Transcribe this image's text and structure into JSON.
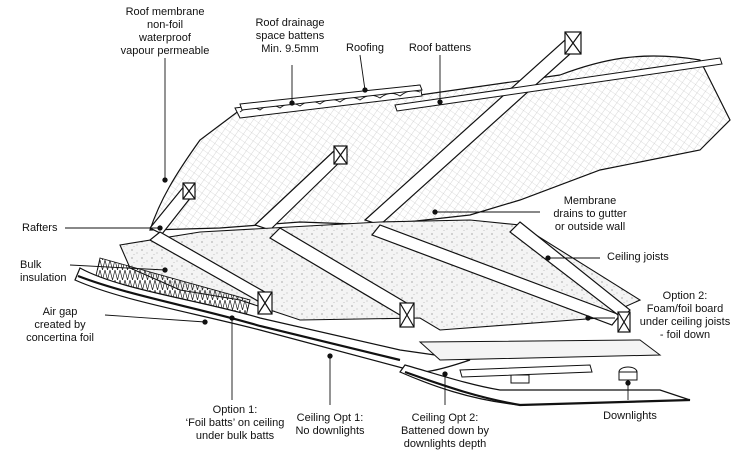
{
  "labels": {
    "roof_membrane": "Roof membrane\nnon-foil\nwaterproof\nvapour permeable",
    "roof_drainage": "Roof drainage\nspace battens\nMin. 9.5mm",
    "roofing": "Roofing",
    "roof_battens": "Roof battens",
    "rafters": "Rafters",
    "bulk_insulation": "Bulk\ninsulation",
    "air_gap": "Air gap\ncreated by\nconcertina foil",
    "membrane_drains": "Membrane\ndrains to gutter\nor outside wall",
    "ceiling_joists": "Ceiling joists",
    "option2": "Option 2:\nFoam/foil board\nunder ceiling joists\n- foil down",
    "option1": "Option 1:\n‘Foil batts’ on ceiling\nunder bulk batts",
    "ceiling_opt1": "Ceiling Opt 1:\nNo downlights",
    "ceiling_opt2": "Ceiling Opt 2:\nBattened down by\ndownlights depth",
    "downlights": "Downlights"
  },
  "colors": {
    "line": "#111111",
    "membrane_fill": "#f2f2f2",
    "insulation_fill": "#ededed",
    "timber_fill": "#ffffff"
  }
}
